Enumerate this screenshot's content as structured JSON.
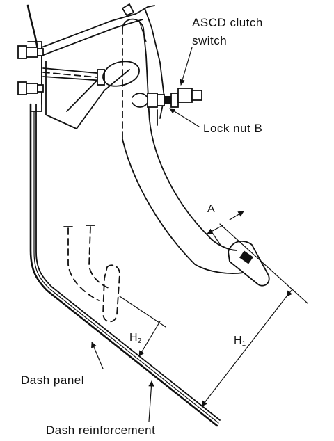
{
  "labels": {
    "ascd_line1": "ASCD clutch",
    "ascd_line2": "switch",
    "lock_nut": "Lock nut B",
    "dim_a": "A",
    "h1_main": "H",
    "h1_sub": "1",
    "h2_main": "H",
    "h2_sub": "2",
    "dash_panel": "Dash panel",
    "dash_reinforcement": "Dash reinforcement"
  }
}
